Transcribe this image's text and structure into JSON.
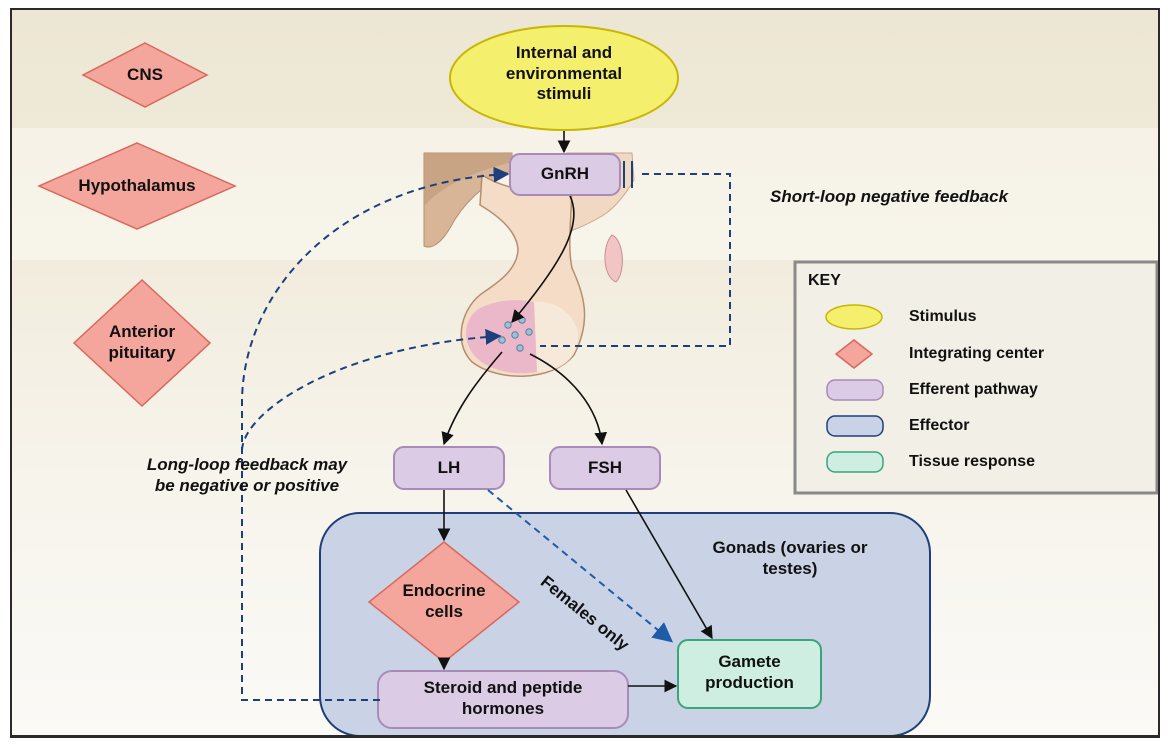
{
  "regions": {
    "cns": "CNS",
    "hypothalamus": "Hypothalamus",
    "anterior_pituitary": "Anterior pituitary"
  },
  "nodes": {
    "stimuli": "Internal and environmental stimuli",
    "gnrh": "GnRH",
    "lh": "LH",
    "fsh": "FSH",
    "endocrine_cells": "Endocrine cells",
    "steroid_hormones": "Steroid and peptide hormones",
    "gamete_production": "Gamete production",
    "gonads": "Gonads (ovaries or testes)"
  },
  "annotations": {
    "short_loop": "Short-loop negative feedback",
    "long_loop": "Long-loop feedback may be negative or positive",
    "females_only": "Females only"
  },
  "key": {
    "title": "KEY",
    "items": [
      {
        "label": "Stimulus",
        "shape": "ellipse",
        "fill": "#f5ef6e",
        "stroke": "#c9b600"
      },
      {
        "label": "Integrating center",
        "shape": "diamond",
        "fill": "#f4a59c",
        "stroke": "#d9685c"
      },
      {
        "label": "Efferent pathway",
        "shape": "rounded-rect",
        "fill": "#dccbe4",
        "stroke": "#a88bb8"
      },
      {
        "label": "Effector",
        "shape": "rounded-rect",
        "fill": "#c8d3e8",
        "stroke": "#1f3f7a"
      },
      {
        "label": "Tissue response",
        "shape": "rounded-rect",
        "fill": "#cdeee0",
        "stroke": "#3aa47a"
      }
    ]
  }
}
